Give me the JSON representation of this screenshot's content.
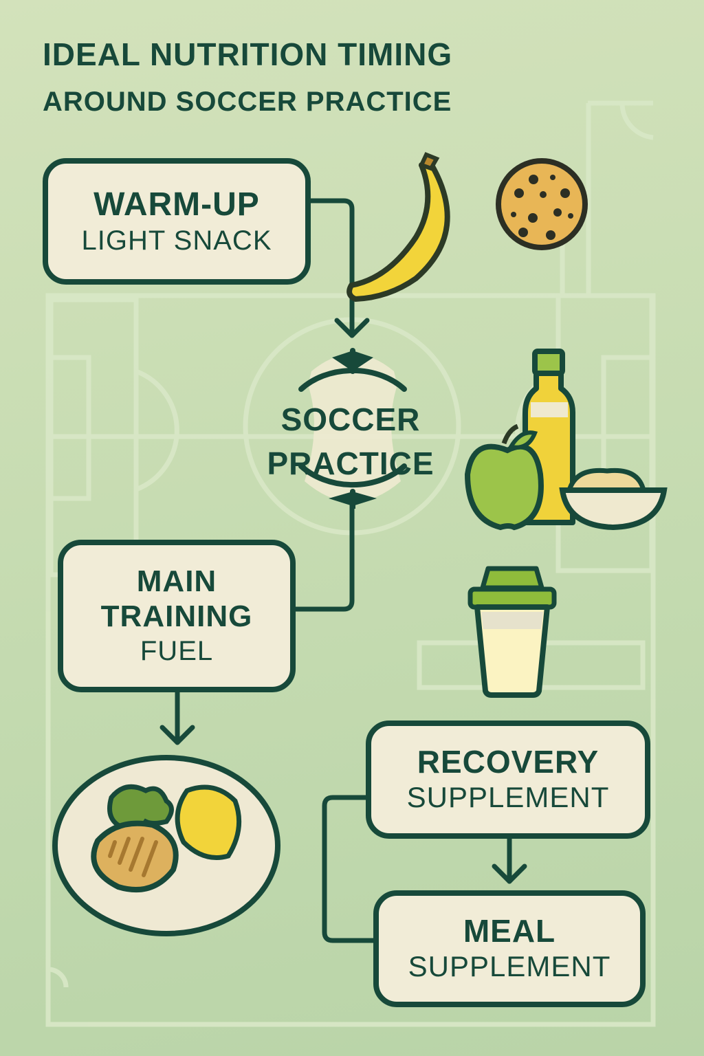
{
  "header": {
    "title_line1": "IDEAL NUTRITION TIMING",
    "title_line2": "AROUND SOCCER PRACTICE"
  },
  "nodes": {
    "warmup": {
      "title": "WARM-UP",
      "subtitle": "LIGHT SNACK",
      "icons": [
        "banana-icon",
        "cookie-icon"
      ]
    },
    "practice": {
      "line1": "SOCCER",
      "line2": "PRACTICE",
      "icon": "soccer-ball-icon"
    },
    "main": {
      "line1": "MAIN",
      "line2": "TRAINING",
      "line3": "FUEL",
      "icons": [
        "apple-icon",
        "sports-drink-bottle-icon",
        "pasta-bowl-icon",
        "plate-chicken-broccoli-rice-icon"
      ]
    },
    "recovery": {
      "title": "RECOVERY",
      "subtitle": "SUPPLEMENT",
      "icon": "protein-shaker-icon"
    },
    "meal": {
      "title": "MEAL",
      "subtitle": "SUPPLEMENT"
    }
  },
  "colors": {
    "background": "#c7dcb2",
    "ink": "#17493a",
    "box_fill": "#f1ecd7",
    "field_lines": "#d9e8c7",
    "banana": "#f2d43a",
    "cookie": "#e8b656",
    "apple": "#9cc44a",
    "drink": "#f0d23a"
  }
}
